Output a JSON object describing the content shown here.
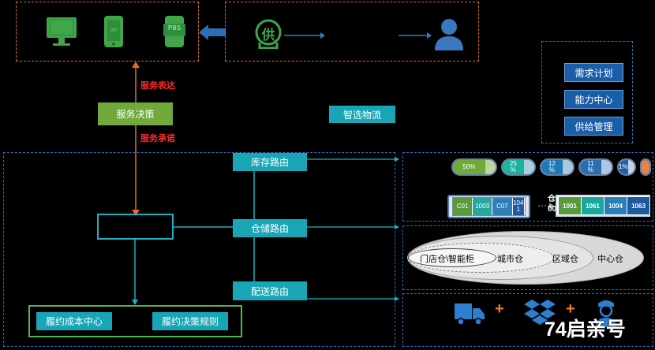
{
  "top_left": {
    "icons": [
      "monitor-icon",
      "mobile-phone-icon",
      "pos-terminal-icon"
    ],
    "pos_text": "P0S"
  },
  "top_mid": {
    "icons": [
      "supply-badge-icon",
      "user-icon"
    ],
    "supply_char": "供"
  },
  "labels": {
    "service_express": "服务表达",
    "service_decision": "服务决策",
    "service_promise": "服务承诺",
    "smart_logistics": "智选物流",
    "inventory_routing": "库存路由",
    "warehouse_routing": "仓储路由",
    "delivery_routing": "配送路由",
    "fulfill_cost_center": "履约成本中心",
    "fulfill_decision_rules": "履约决策规则"
  },
  "right_menu": [
    "需求计划",
    "能力中心",
    "供给管理"
  ],
  "pills": [
    {
      "segments": [
        {
          "text": "50%",
          "color": "#6faa3b",
          "flex": 3
        },
        {
          "text": "",
          "color": "#b9d5a0",
          "flex": 1
        }
      ]
    },
    {
      "segments": [
        {
          "text": "25\n%",
          "color": "#1ab3a0",
          "flex": 2
        },
        {
          "text": "",
          "color": "#a8d0e0",
          "flex": 1
        }
      ]
    },
    {
      "segments": [
        {
          "text": "12\n%",
          "color": "#1f79b5",
          "flex": 2
        },
        {
          "text": "",
          "color": "#a8c8e0",
          "flex": 1
        }
      ]
    },
    {
      "segments": [
        {
          "text": "11\n%",
          "color": "#2a6fb0",
          "flex": 2
        },
        {
          "text": "",
          "color": "#b0c6e0",
          "flex": 1
        }
      ]
    },
    {
      "segments": [
        {
          "text": "1%",
          "color": "#1f5fa5",
          "flex": 1
        },
        {
          "text": "",
          "color": "#c4d2e6",
          "flex": 1
        }
      ]
    },
    {
      "segments": [
        {
          "text": "",
          "color": "#e8834a",
          "flex": 1
        }
      ]
    }
  ],
  "bar_left": [
    "C01",
    "1003",
    "C07",
    "104\n1"
  ],
  "bar_left_colors": [
    "#5a9a3c",
    "#2aa6a0",
    "#2f7fb8",
    "#1f5aa0"
  ],
  "bar_right": [
    "1001",
    "1061",
    "1004",
    "1063"
  ],
  "bar_right_colors": [
    "#5a9a3c",
    "#1aa89e",
    "#2a7fb8",
    "#1f5aa0"
  ],
  "bar_right_prefix": "仓\n00)",
  "layers": [
    "门店仓\\智能柜",
    "城市仓",
    "区域仓",
    "中心仓"
  ],
  "delivery_icons": [
    "truck-icon",
    "dropbox-icon",
    "courier-icon"
  ],
  "plus": "+",
  "watermark": "74启亲号"
}
